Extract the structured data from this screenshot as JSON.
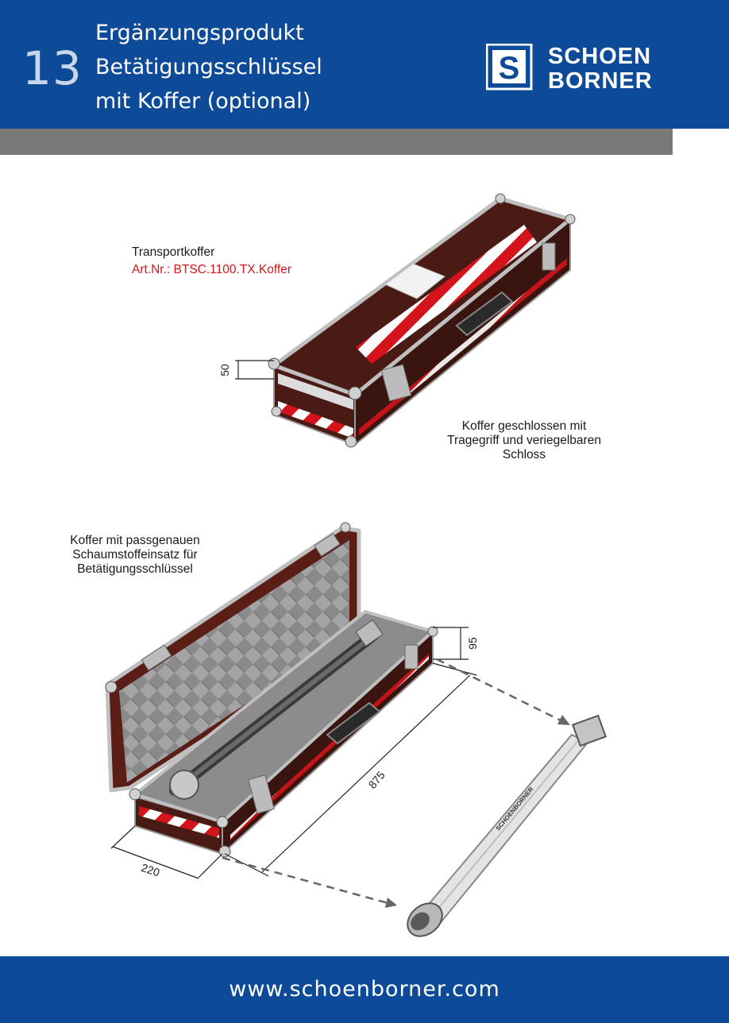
{
  "header": {
    "page_number": "13",
    "title_lines": [
      "Ergänzungsprodukt",
      "Betätigungsschlüssel",
      "mit Koffer (optional)"
    ],
    "logo_mark": "S",
    "logo_lines": [
      "SCHOEN",
      "BORNER"
    ]
  },
  "figure_top": {
    "label_line1": "Transportkoffer",
    "label_line2": "Art.Nr.: BTSC.1100.TX.Koffer",
    "dimension_height": "50",
    "caption_lines": [
      "Koffer geschlossen mit",
      "Tragegriff und veriegelbaren",
      "Schloss"
    ]
  },
  "figure_bottom": {
    "caption_lines": [
      "Koffer mit passgenauen",
      "Schaumstoffeinsatz für",
      "Betätigungsschlüssel"
    ],
    "dimension_height": "95",
    "dimension_length": "875",
    "dimension_width": "220",
    "tool_marking": "SCHOENBORNER"
  },
  "footer": {
    "url": "www.schoenborner.com"
  },
  "colors": {
    "brand_blue": "#0d4a97",
    "bar_gray": "#787878",
    "accent_red": "#d4141a",
    "case_brown": "#4a1a14"
  }
}
